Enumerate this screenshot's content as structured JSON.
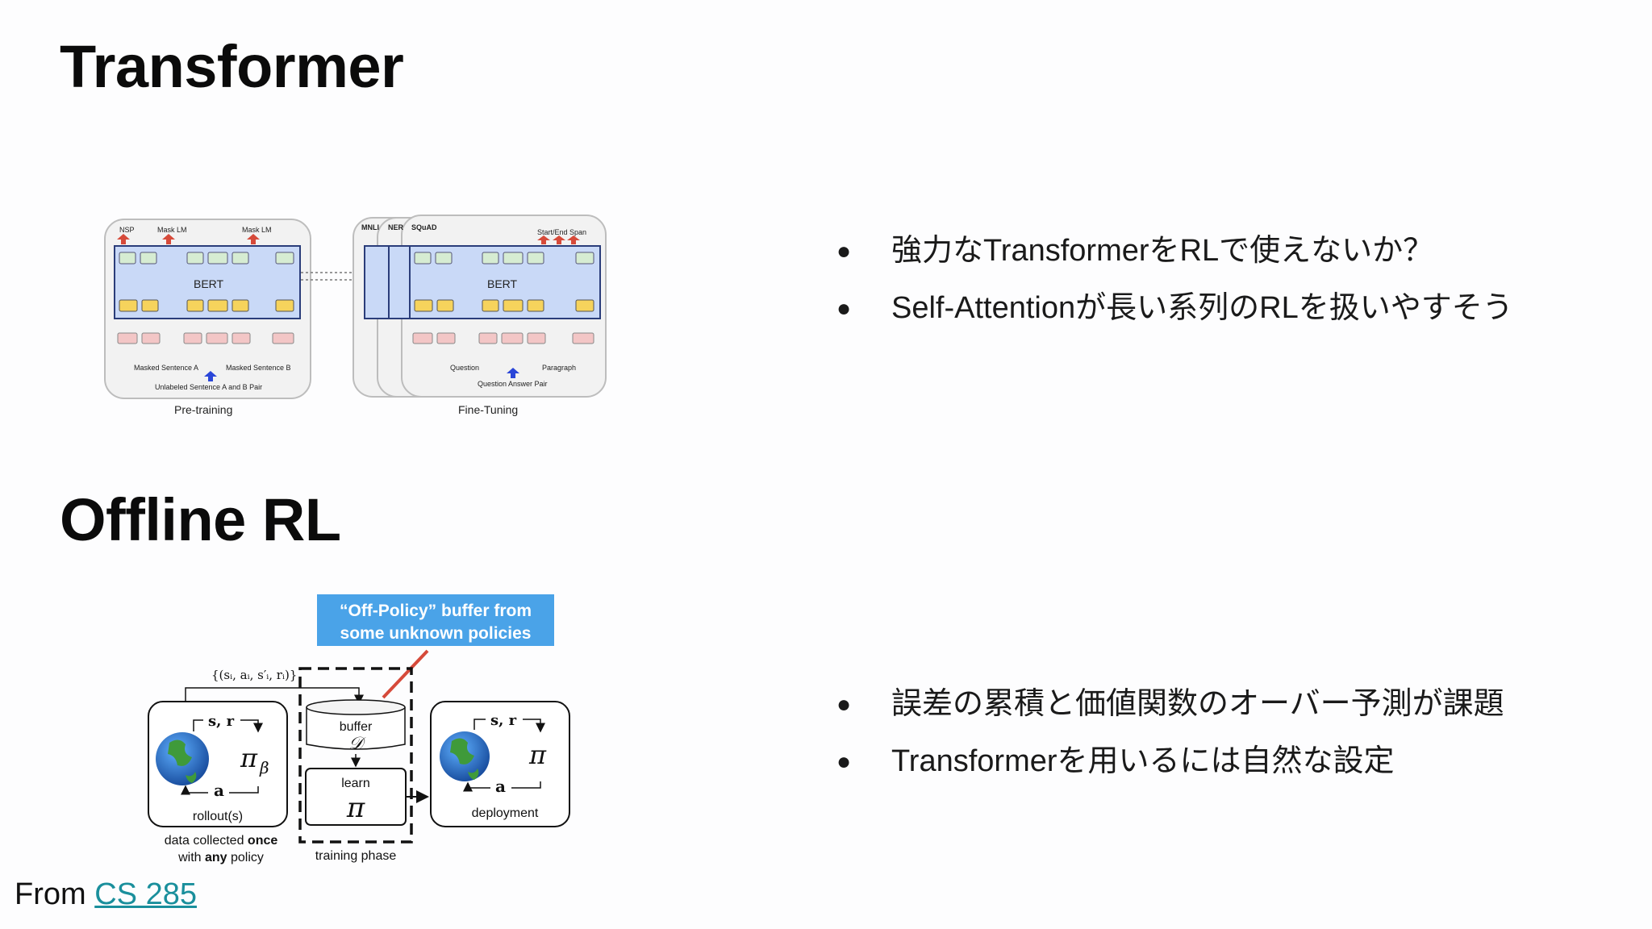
{
  "sections": {
    "transformer": {
      "title": "Transformer",
      "bullets": [
        "強力なTransformerをRLで使えないか？",
        "Self-Attentionが長い系列のRLを扱いやすそう"
      ],
      "figure": {
        "pretraining": {
          "top_labels": [
            "NSP",
            "Mask LM",
            "Mask LM"
          ],
          "model": "BERT",
          "caption_a": "Masked Sentence A",
          "caption_b": "Masked Sentence B",
          "input_label": "Unlabeled Sentence A and B Pair",
          "title": "Pre-training"
        },
        "finetuning": {
          "tabs": [
            "MNLI",
            "NER",
            "SQuAD"
          ],
          "top_label": "Start/End Span",
          "model": "BERT",
          "caption_a": "Question",
          "caption_b": "Paragraph",
          "input_label": "Question Answer Pair",
          "title": "Fine-Tuning"
        }
      }
    },
    "offline_rl": {
      "title": "Offline RL",
      "bullets": [
        "誤差の累積と価値関数のオーバー予測が課題",
        "Transformerを用いるには自然な設定"
      ],
      "figure": {
        "callout_line1": "“Off-Policy” buffer from",
        "callout_line2": "some unknown policies",
        "tuple_label": "{(sᵢ, aᵢ, s′ᵢ, rᵢ)}",
        "state_reward": "s, r",
        "action": "a",
        "behavior_policy": "π",
        "behavior_sub": "β",
        "rollout_label": "rollout(s)",
        "data_line1_pre": "data collected ",
        "data_line1_bold": "once",
        "data_line2_pre": "with ",
        "data_line2_bold": "any",
        "data_line2_post": " policy",
        "buffer_label": "buffer",
        "buffer_symbol": "𝒟",
        "learn_label": "learn",
        "policy": "π",
        "training_label": "training phase",
        "deploy_label": "deployment"
      }
    }
  },
  "footer": {
    "prefix": "From ",
    "link_text": "CS 285"
  },
  "colors": {
    "link": "#1a8f9c",
    "callout": "#4aa3e8",
    "bert_blue": "#c9d9f7",
    "token_yellow": "#f6d35c",
    "token_green": "#d6ecd2",
    "token_pink": "#f3c6c6",
    "arrow_red": "#d64a3a",
    "arrow_blue": "#2a46d8"
  }
}
